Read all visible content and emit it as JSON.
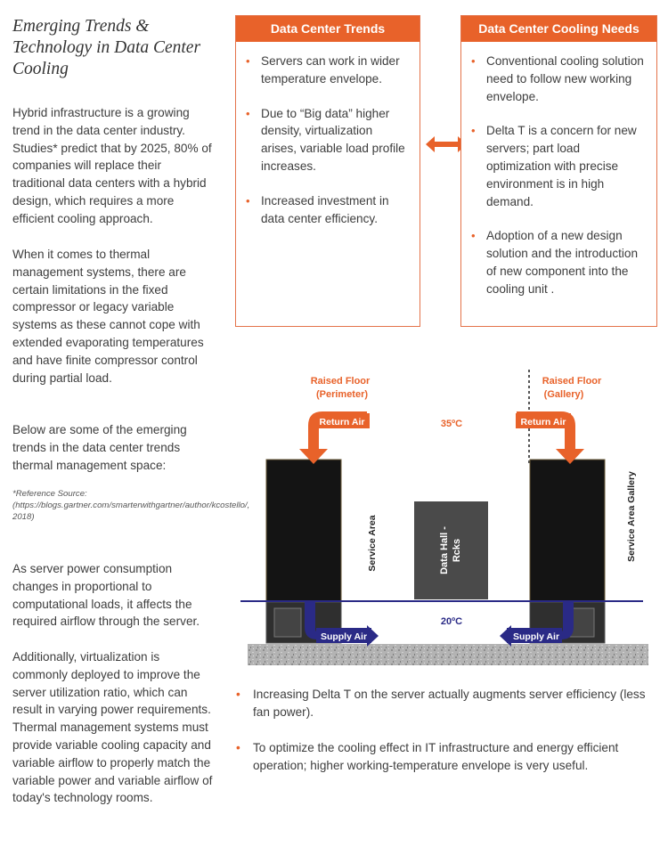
{
  "title": "Emerging Trends & Technology in Data Center Cooling",
  "left_column": {
    "paragraph_1": "Hybrid infrastructure is a growing trend in the data center industry. Studies* predict that by 2025, 80% of companies will replace their traditional data centers with a hybrid design, which requires a more efficient cooling approach.",
    "paragraph_2": "When it comes to thermal management systems, there are certain limitations in the fixed compressor or legacy variable systems as these cannot cope with extended evaporating temperatures and have finite compressor control during partial load.",
    "paragraph_3": "Below are some of the emerging trends in the data center trends thermal management space:",
    "reference": "*Reference Source: (https://blogs.gartner.com/smarterwithgartner/author/kcostello/, 2018)",
    "paragraph_4": "As server power consumption changes in proportional to computational loads, it affects the required airflow through the server.",
    "paragraph_5": "Additionally, virtualization is commonly deployed to improve the server utilization ratio, which can result in varying power requirements. Thermal management systems must provide variable cooling capacity and variable airflow to properly match the variable power and variable airflow of today's technology rooms."
  },
  "trends_panel": {
    "header": "Data Center Trends",
    "items": [
      "Servers can work in wider temperature envelope.",
      "Due to “Big data” higher density, virtualization arises, variable load profile increases.",
      "Increased investment in data center efficiency."
    ]
  },
  "needs_panel": {
    "header": "Data Center Cooling Needs",
    "items": [
      "Conventional cooling solution need to follow new working envelope.",
      "Delta T is a concern for new servers; part load optimization with precise environment is in high demand.",
      "Adoption of a new design solution and the introduction of new component into  the cooling unit ."
    ]
  },
  "diagram": {
    "left_label_line1": "Raised Floor",
    "left_label_line2": "(Perimeter)",
    "right_label_line1": "Raised Floor",
    "right_label_line2": "(Gallery)",
    "return_air": "Return Air",
    "supply_air": "Supply Air",
    "temp_top": "35ºC",
    "temp_bottom": "20ºC",
    "rack_label_line1": "Data Hall -",
    "rack_label_line2": "Rcks",
    "service_area": "Service Area",
    "service_area_gallery": "Service Area Gallery",
    "colors": {
      "accent": "#e8622a",
      "floor_line": "#2a2a86",
      "unit": "#141414",
      "rack": "#4a4a4a"
    }
  },
  "bottom_points": [
    "Increasing Delta T on the server actually augments server efficiency (less fan power).",
    "To optimize the cooling effect in IT infrastructure and energy efficient operation; higher working-temperature envelope is very useful."
  ]
}
